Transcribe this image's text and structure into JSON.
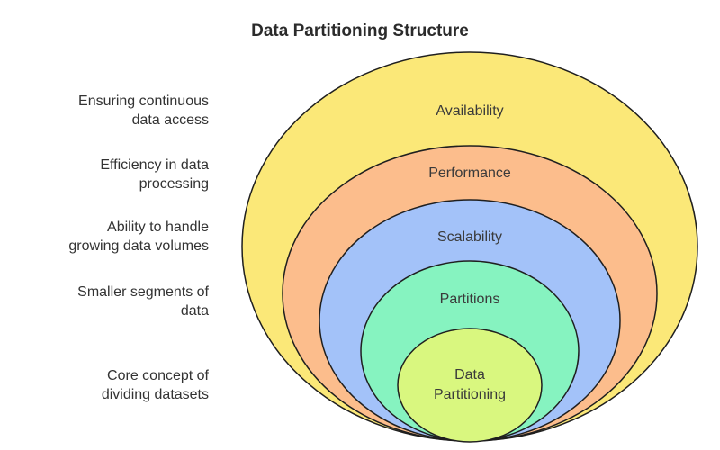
{
  "title": "Data Partitioning Structure",
  "colors": {
    "availability": "#fbe878",
    "performance": "#fcbd8c",
    "scalability": "#a3c2f9",
    "partitions": "#86f3c0",
    "core": "#d9f77f",
    "stroke": "#1f1f1f"
  },
  "layers": [
    {
      "label": "Availability",
      "description": [
        "Ensuring continuous",
        "data access"
      ]
    },
    {
      "label": "Performance",
      "description": [
        "Efficiency in data",
        "processing"
      ]
    },
    {
      "label": "Scalability",
      "description": [
        "Ability to handle",
        "growing data volumes"
      ]
    },
    {
      "label": "Partitions",
      "description": [
        "Smaller segments of",
        "data"
      ]
    },
    {
      "label_lines": [
        "Data",
        "Partitioning"
      ],
      "description": [
        "Core concept of",
        "dividing datasets"
      ]
    }
  ]
}
